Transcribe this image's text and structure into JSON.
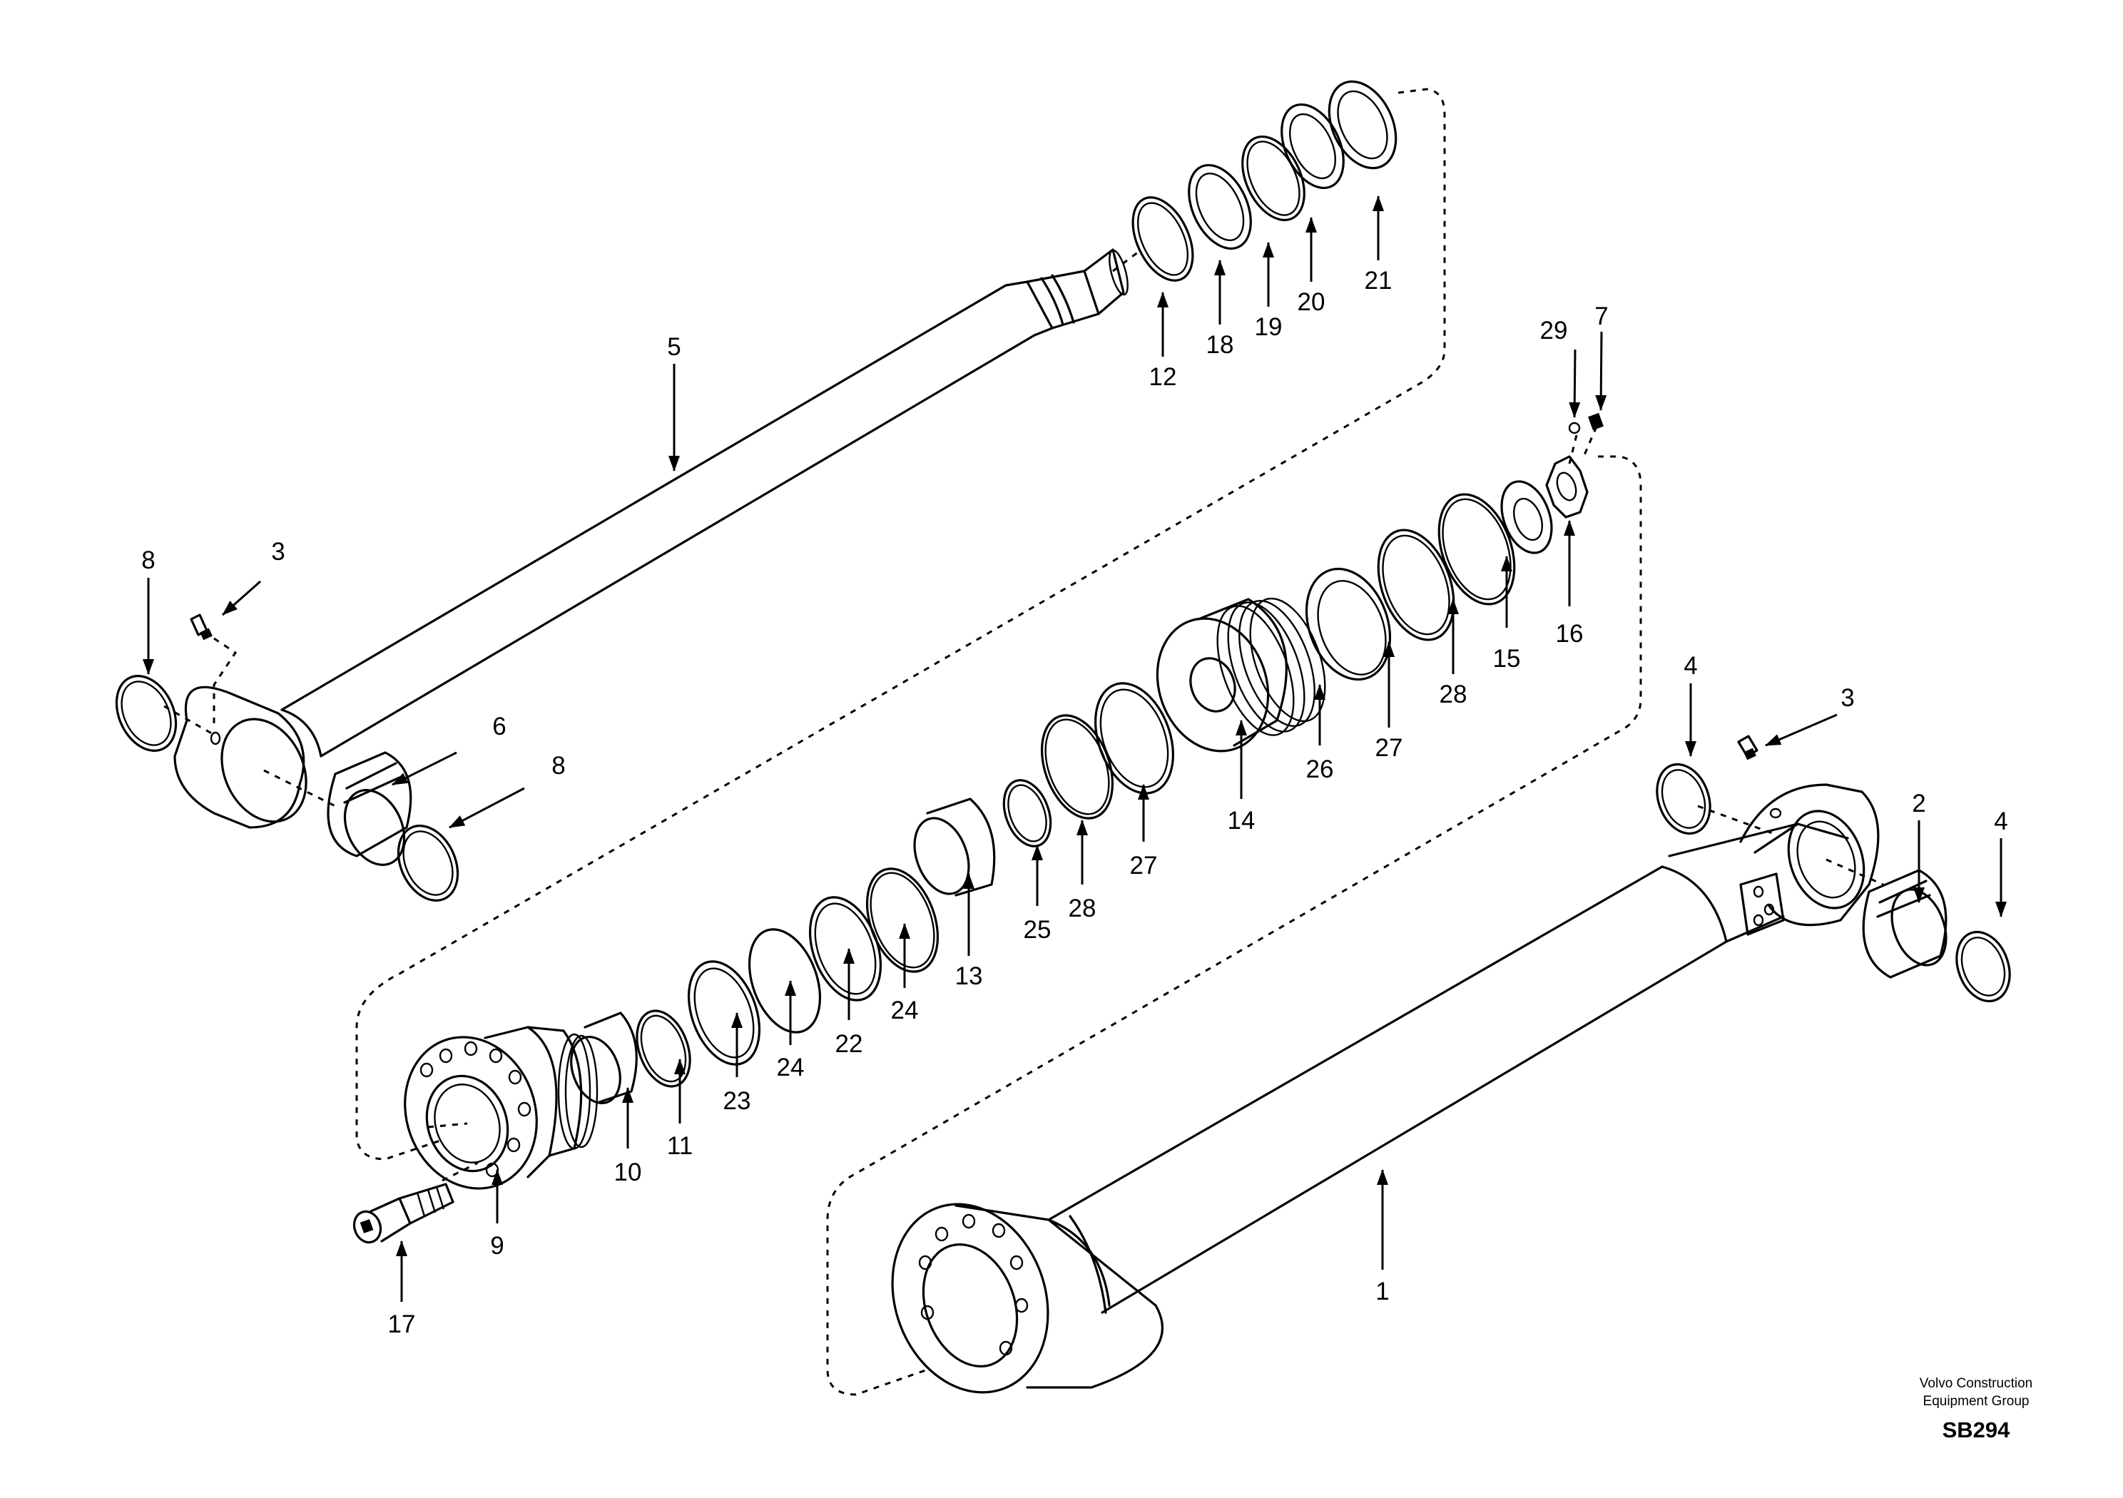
{
  "diagram": {
    "callouts": {
      "c1": "1",
      "c2": "2",
      "c3a": "3",
      "c3b": "3",
      "c4a": "4",
      "c4b": "4",
      "c5": "5",
      "c6": "6",
      "c7": "7",
      "c8a": "8",
      "c8b": "8",
      "c9": "9",
      "c10": "10",
      "c11": "11",
      "c12": "12",
      "c13": "13",
      "c14": "14",
      "c15": "15",
      "c16": "16",
      "c17": "17",
      "c18": "18",
      "c19": "19",
      "c20": "20",
      "c21": "21",
      "c22": "22",
      "c23": "23",
      "c24a": "24",
      "c24b": "24",
      "c25": "25",
      "c26": "26",
      "c27a": "27",
      "c27b": "27",
      "c28a": "28",
      "c28b": "28",
      "c29": "29"
    },
    "credit": {
      "line1": "Volvo Construction",
      "line2": "Equipment Group",
      "code": "SB294"
    }
  }
}
